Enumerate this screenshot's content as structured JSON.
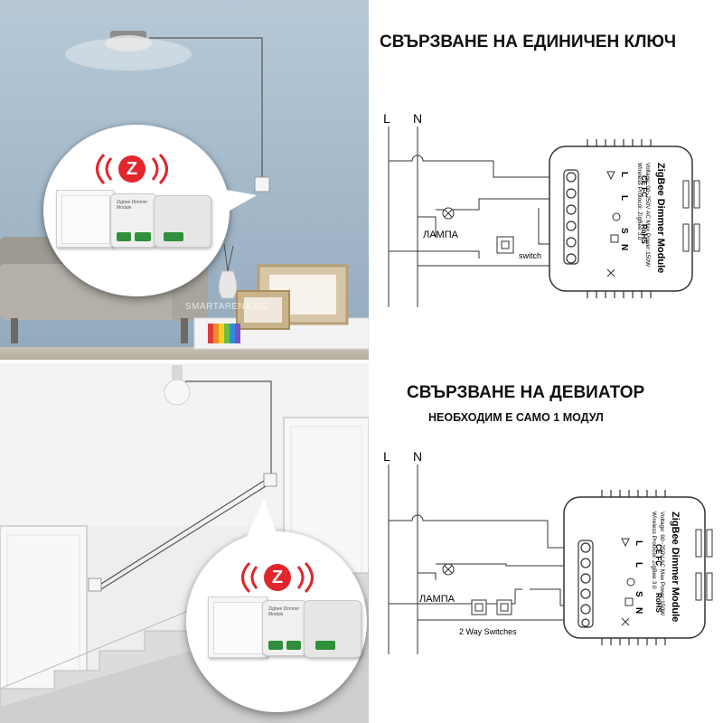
{
  "diagram1": {
    "title": "СВЪРЗВАНЕ НА ЕДИНИЧЕН КЛЮЧ",
    "l_label": "L",
    "n_label": "N",
    "lamp_label": "ЛАМПА",
    "switch_label": "switch"
  },
  "diagram2": {
    "title": "СВЪРЗВАНЕ НА ДЕВИАТОР",
    "subtitle": "НЕОБХОДИМ Е САМО 1 МОДУЛ",
    "l_label": "L",
    "n_label": "N",
    "lamp_label": "ЛАМПА",
    "switch_label": "2 Way Switches"
  },
  "module": {
    "name": "ZigBee Dimmer Module",
    "spec_line1": "Voltage: 90~250V AC Max Power:150W",
    "spec_line2": "Wireless Protocol: ZigBee 3.0",
    "terminal_l": "L",
    "terminal_l2": "L",
    "terminal_s": "S",
    "terminal_n": "N",
    "terminal_s1": "S",
    "terminal_n2": "N",
    "rohs": "RoHS",
    "ce_fc": "CE FC"
  },
  "product": {
    "logo_letter": "Z",
    "module_label": "Zigbee Dimmer Module"
  },
  "watermark": "SMARTARENA.BG",
  "colors": {
    "wall_blue": "#a3b8c9",
    "zigbee_red": "#e1262d",
    "terminal_green": "#2f8f3a"
  }
}
